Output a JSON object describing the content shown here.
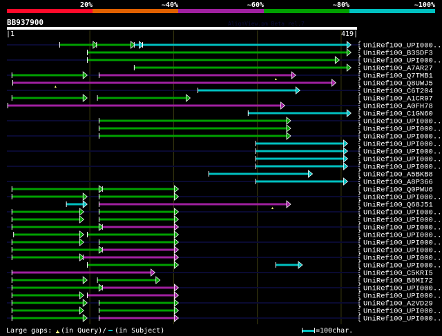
{
  "colors": {
    "identity_20": "#ff0a2a",
    "identity_40": "#e06000",
    "identity_60": "#a020a0",
    "identity_80": "#00a000",
    "identity_100": "#00c0c0",
    "row_background": "#0a0a32",
    "gridline": "#3a3a10",
    "gap_marker": "#ffff80"
  },
  "identity_legend": [
    {
      "label": "20%",
      "color": "#ff0a2a"
    },
    {
      "label": "~40%",
      "color": "#e06000"
    },
    {
      "label": "~60%",
      "color": "#a020a0"
    },
    {
      "label": "~80%",
      "color": "#00a000"
    },
    {
      "label": "~100%",
      "color": "#00c0c0"
    }
  ],
  "query": {
    "name": "BB937900",
    "start_label": "|1",
    "end_label": "419|",
    "length": 419
  },
  "credit": "AlignView.pm Beta rel.7",
  "hits": [
    {
      "label": "UniRef100_UPI000..",
      "segs": [
        [
          64,
          108,
          "g"
        ],
        [
          108,
          153,
          "g"
        ],
        [
          153,
          163,
          "c"
        ],
        [
          163,
          411,
          "c"
        ]
      ]
    },
    {
      "label": "UniRef100_B3SDF3",
      "segs": [
        [
          97,
          411,
          "g"
        ]
      ]
    },
    {
      "label": "UniRef100_UPI000..",
      "segs": [
        [
          97,
          397,
          "g"
        ]
      ]
    },
    {
      "label": "UniRef100_A7AR27",
      "segs": [
        [
          153,
          411,
          "g"
        ]
      ]
    },
    {
      "label": "UniRef100_Q7TMB1",
      "segs": [
        [
          7,
          96,
          "g"
        ],
        [
          111,
          345,
          "m"
        ]
      ],
      "gaps": [
        322
      ]
    },
    {
      "label": "UniRef100_Q8UWJ5",
      "segs": [
        [
          8,
          393,
          "m"
        ]
      ],
      "gaps": [
        59
      ]
    },
    {
      "label": "UniRef100_C6T204",
      "segs": [
        [
          229,
          350,
          "c"
        ]
      ]
    },
    {
      "label": "UniRef100_A1CR97",
      "segs": [
        [
          7,
          96,
          "g"
        ],
        [
          109,
          219,
          "g"
        ]
      ]
    },
    {
      "label": "UniRef100_A0FH78",
      "segs": [
        [
          2,
          332,
          "m"
        ]
      ]
    },
    {
      "label": "UniRef100_C1GN60",
      "segs": [
        [
          289,
          411,
          "c"
        ]
      ]
    },
    {
      "label": "UniRef100_UPI000..",
      "segs": [
        [
          111,
          339,
          "g"
        ]
      ]
    },
    {
      "label": "UniRef100_UPI000..",
      "segs": [
        [
          111,
          339,
          "g"
        ]
      ]
    },
    {
      "label": "UniRef100_UPI000..",
      "segs": [
        [
          111,
          339,
          "g"
        ]
      ]
    },
    {
      "label": "UniRef100_UPI000..",
      "segs": [
        [
          298,
          407,
          "c"
        ]
      ]
    },
    {
      "label": "UniRef100_UPI000..",
      "segs": [
        [
          298,
          407,
          "c"
        ]
      ]
    },
    {
      "label": "UniRef100_UPI000..",
      "segs": [
        [
          298,
          407,
          "c"
        ]
      ]
    },
    {
      "label": "UniRef100_UPI000..",
      "segs": [
        [
          298,
          407,
          "c"
        ]
      ]
    },
    {
      "label": "UniRef100_A5BKB8",
      "segs": [
        [
          242,
          365,
          "c"
        ]
      ]
    },
    {
      "label": "UniRef100_A8P366",
      "segs": [
        [
          298,
          407,
          "c"
        ]
      ]
    },
    {
      "label": "UniRef100_Q0PWU6",
      "segs": [
        [
          7,
          115,
          "g"
        ],
        [
          115,
          205,
          "g"
        ]
      ]
    },
    {
      "label": "UniRef100_UPI000..",
      "segs": [
        [
          7,
          96,
          "g"
        ],
        [
          111,
          205,
          "g"
        ]
      ]
    },
    {
      "label": "UniRef100_Q68J51",
      "segs": [
        [
          72,
          96,
          "c"
        ],
        [
          111,
          339,
          "m"
        ]
      ],
      "gaps": [
        318
      ]
    },
    {
      "label": "UniRef100_UPI000..",
      "segs": [
        [
          7,
          92,
          "g"
        ],
        [
          111,
          205,
          "g"
        ]
      ]
    },
    {
      "label": "UniRef100_UPI000..",
      "segs": [
        [
          7,
          92,
          "g"
        ],
        [
          111,
          205,
          "g"
        ]
      ]
    },
    {
      "label": "UniRef100_UPI000..",
      "segs": [
        [
          7,
          115,
          "g"
        ],
        [
          115,
          205,
          "m"
        ]
      ]
    },
    {
      "label": "UniRef100_UPI000..",
      "segs": [
        [
          9,
          92,
          "g"
        ],
        [
          97,
          205,
          "g"
        ]
      ]
    },
    {
      "label": "UniRef100_UPI000..",
      "segs": [
        [
          7,
          92,
          "g"
        ],
        [
          111,
          205,
          "g"
        ]
      ]
    },
    {
      "label": "UniRef100_UPI000..",
      "segs": [
        [
          7,
          115,
          "g"
        ],
        [
          115,
          205,
          "m"
        ]
      ]
    },
    {
      "label": "UniRef100_UPI000..",
      "segs": [
        [
          7,
          92,
          "g"
        ],
        [
          92,
          205,
          "m"
        ]
      ]
    },
    {
      "label": "UniRef100_UPI000..",
      "segs": [
        [
          97,
          205,
          "g"
        ],
        [
          322,
          353,
          "c"
        ]
      ]
    },
    {
      "label": "UniRef100_C5KRI5",
      "segs": [
        [
          7,
          177,
          "m"
        ]
      ]
    },
    {
      "label": "UniRef100_B8MI72",
      "segs": [
        [
          7,
          96,
          "g"
        ],
        [
          109,
          183,
          "g"
        ]
      ]
    },
    {
      "label": "UniRef100_UPI000..",
      "segs": [
        [
          7,
          115,
          "g"
        ],
        [
          115,
          205,
          "m"
        ]
      ]
    },
    {
      "label": "UniRef100_UPI000..",
      "segs": [
        [
          7,
          92,
          "g"
        ],
        [
          97,
          205,
          "m"
        ]
      ]
    },
    {
      "label": "UniRef100_A2VD29",
      "segs": [
        [
          7,
          96,
          "g"
        ],
        [
          111,
          205,
          "g"
        ]
      ]
    },
    {
      "label": "UniRef100_UPI000..",
      "segs": [
        [
          7,
          92,
          "g"
        ],
        [
          111,
          205,
          "g"
        ]
      ]
    },
    {
      "label": "UniRef100_UPI000..",
      "segs": [
        [
          7,
          96,
          "g"
        ],
        [
          111,
          205,
          "m"
        ]
      ]
    }
  ],
  "footer": {
    "large_gaps_label": "Large gaps:",
    "in_query": "(in Query)/",
    "in_subject": "(in Subject)",
    "scale_label": "=100char."
  }
}
